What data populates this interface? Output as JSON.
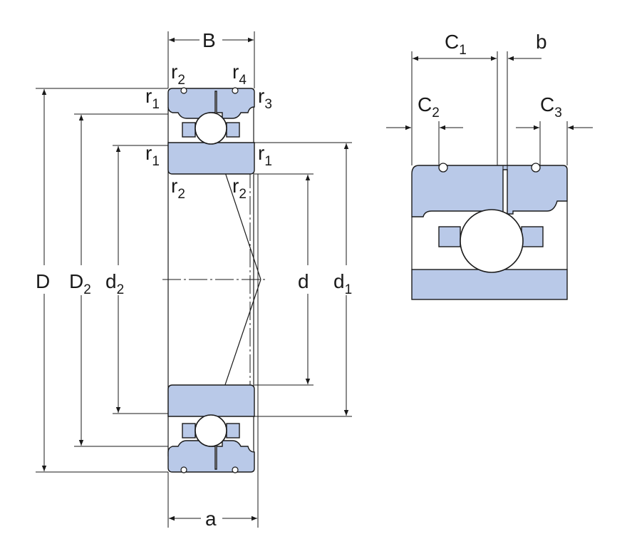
{
  "labels": {
    "B": "B",
    "a": "a",
    "D": "D",
    "D2": {
      "main": "D",
      "sub": "2"
    },
    "d2": {
      "main": "d",
      "sub": "2"
    },
    "d": "d",
    "d1": {
      "main": "d",
      "sub": "1"
    },
    "r1_top": {
      "main": "r",
      "sub": "1"
    },
    "r2_top": {
      "main": "r",
      "sub": "2"
    },
    "r4": {
      "main": "r",
      "sub": "4"
    },
    "r3": {
      "main": "r",
      "sub": "3"
    },
    "r1_left": {
      "main": "r",
      "sub": "1"
    },
    "r1_right": {
      "main": "r",
      "sub": "1"
    },
    "r2_left": {
      "main": "r",
      "sub": "2"
    },
    "r2_right": {
      "main": "r",
      "sub": "2"
    },
    "C1": {
      "main": "C",
      "sub": "1"
    },
    "b": "b",
    "C2": {
      "main": "C",
      "sub": "2"
    },
    "C3": {
      "main": "C",
      "sub": "3"
    }
  },
  "colors": {
    "part_fill": "#b9c9e8",
    "stroke": "#1a1a1a"
  }
}
